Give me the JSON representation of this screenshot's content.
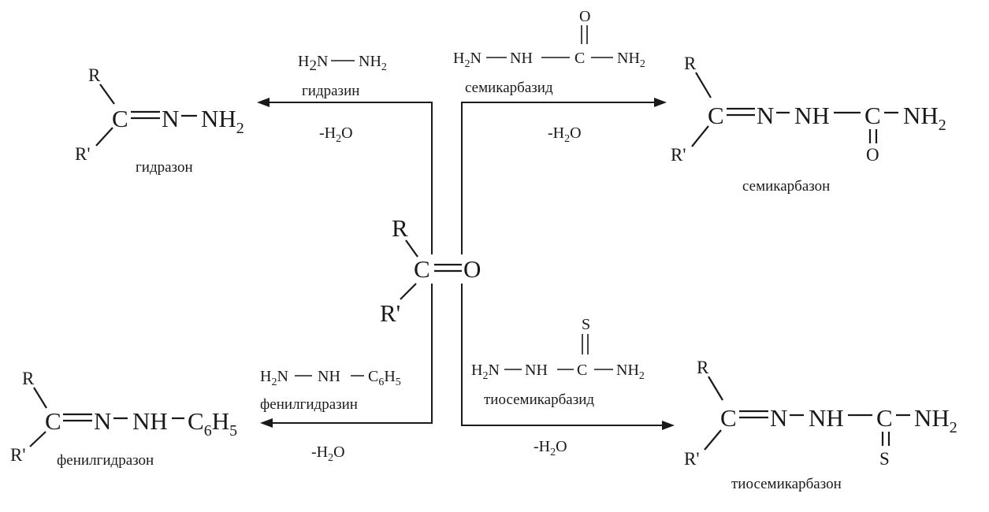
{
  "center": {
    "r": "R",
    "r_prime": "R'",
    "carbon": "C",
    "oxygen": "O"
  },
  "reactions": {
    "hydrazine": {
      "reagent": {
        "a": "H",
        "a_sub": "2",
        "b": "N",
        "c": "NH",
        "c_sub": "2"
      },
      "reagent_name": "гидразин",
      "byproduct": {
        "pre": "-H",
        "sub": "2",
        "post": "O"
      },
      "product": {
        "r": "R",
        "r_prime": "R'",
        "c": "C",
        "n": "N",
        "nh": "NH",
        "nh_sub": "2"
      },
      "product_name": "гидразон"
    },
    "semicarbazide": {
      "reagent": {
        "o": "O",
        "a": "H",
        "a_sub": "2",
        "b": "N",
        "nh": "NH",
        "c": "C",
        "nh2": "NH",
        "nh2_sub": "2"
      },
      "reagent_name": "семикарбазид",
      "byproduct": {
        "pre": "-H",
        "sub": "2",
        "post": "O"
      },
      "product": {
        "r": "R",
        "r_prime": "R'",
        "c": "C",
        "n": "N",
        "nh": "NH",
        "c2": "C",
        "nh2": "NH",
        "nh2_sub": "2",
        "o": "O"
      },
      "product_name": "семикарбазон"
    },
    "phenylhydrazine": {
      "reagent": {
        "a": "H",
        "a_sub": "2",
        "b": "N",
        "nh": "NH",
        "c": "C",
        "c_sub": "6",
        "h": "H",
        "h_sub": "5"
      },
      "reagent_name": "фенилгидразин",
      "byproduct": {
        "pre": "-H",
        "sub": "2",
        "post": "O"
      },
      "product": {
        "r": "R",
        "r_prime": "R'",
        "c": "C",
        "n": "N",
        "nh": "NH",
        "c6": "C",
        "c6_sub": "6",
        "h": "H",
        "h_sub": "5"
      },
      "product_name": "фенилгидразон"
    },
    "thiosemicarbazide": {
      "reagent": {
        "s": "S",
        "a": "H",
        "a_sub": "2",
        "b": "N",
        "nh": "NH",
        "c": "C",
        "nh2": "NH",
        "nh2_sub": "2"
      },
      "reagent_name": "тиосемикарбазид",
      "byproduct": {
        "pre": "-H",
        "sub": "2",
        "post": "O"
      },
      "product": {
        "r": "R",
        "r_prime": "R'",
        "c": "C",
        "n": "N",
        "nh": "NH",
        "c2": "C",
        "nh2": "NH",
        "nh2_sub": "2",
        "s": "S"
      },
      "product_name": "тиосемикарбазон"
    }
  }
}
